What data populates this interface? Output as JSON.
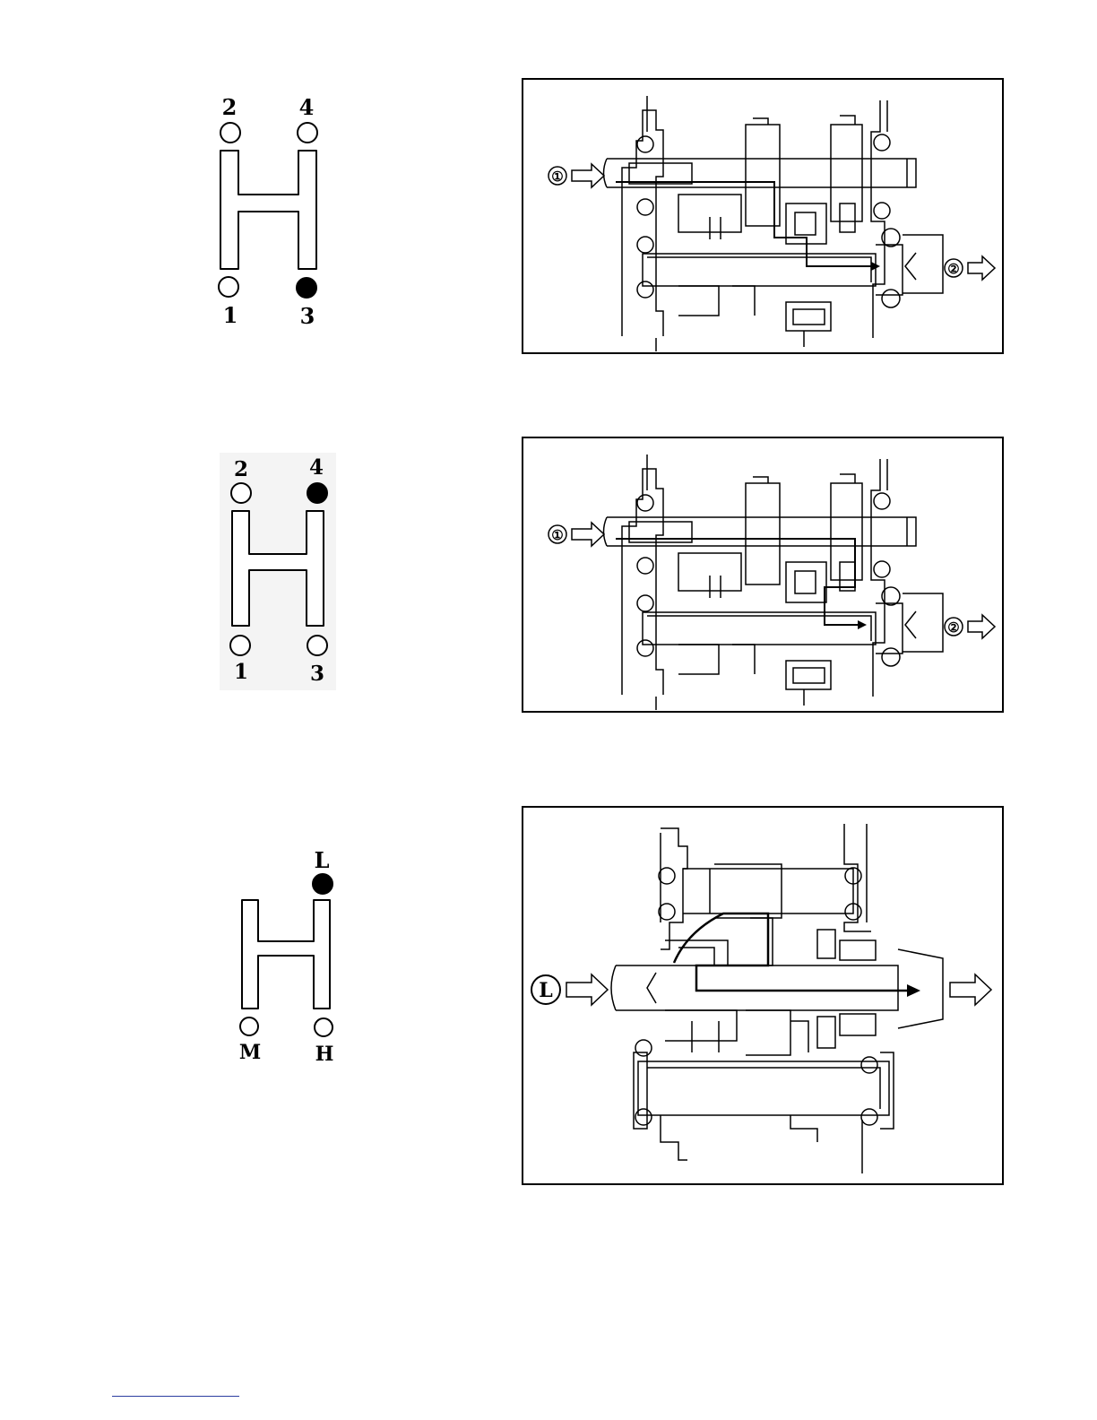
{
  "shift_patterns": [
    {
      "labels": [
        "2",
        "4",
        "1",
        "3"
      ],
      "selected": "3"
    },
    {
      "labels": [
        "2",
        "4",
        "1",
        "3"
      ],
      "selected": "4"
    },
    {
      "labels": [
        "L",
        "M",
        "H"
      ],
      "selected": "L"
    }
  ],
  "diagrams": [
    {
      "input_label": "①",
      "output_label": "②"
    },
    {
      "input_label": "①",
      "output_label": "②"
    },
    {
      "input_label": "L"
    }
  ]
}
